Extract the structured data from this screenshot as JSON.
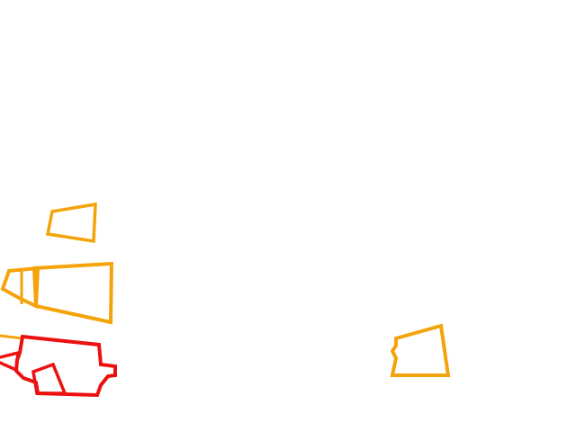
{
  "colors": {
    "background": "#ffffff",
    "orange": "#f5a30a",
    "red": "#ec1010"
  },
  "shapes": [
    {
      "name": "orange-quad-small",
      "color": "orange"
    },
    {
      "name": "orange-quad-large",
      "color": "orange"
    },
    {
      "name": "orange-quad-left-inner",
      "color": "orange"
    },
    {
      "name": "orange-quad-left-edge",
      "color": "orange"
    },
    {
      "name": "orange-quad-right",
      "color": "orange"
    },
    {
      "name": "red-polygon-large",
      "color": "red"
    },
    {
      "name": "red-quad-inner",
      "color": "red"
    },
    {
      "name": "red-polygon-left-edge",
      "color": "red"
    }
  ]
}
